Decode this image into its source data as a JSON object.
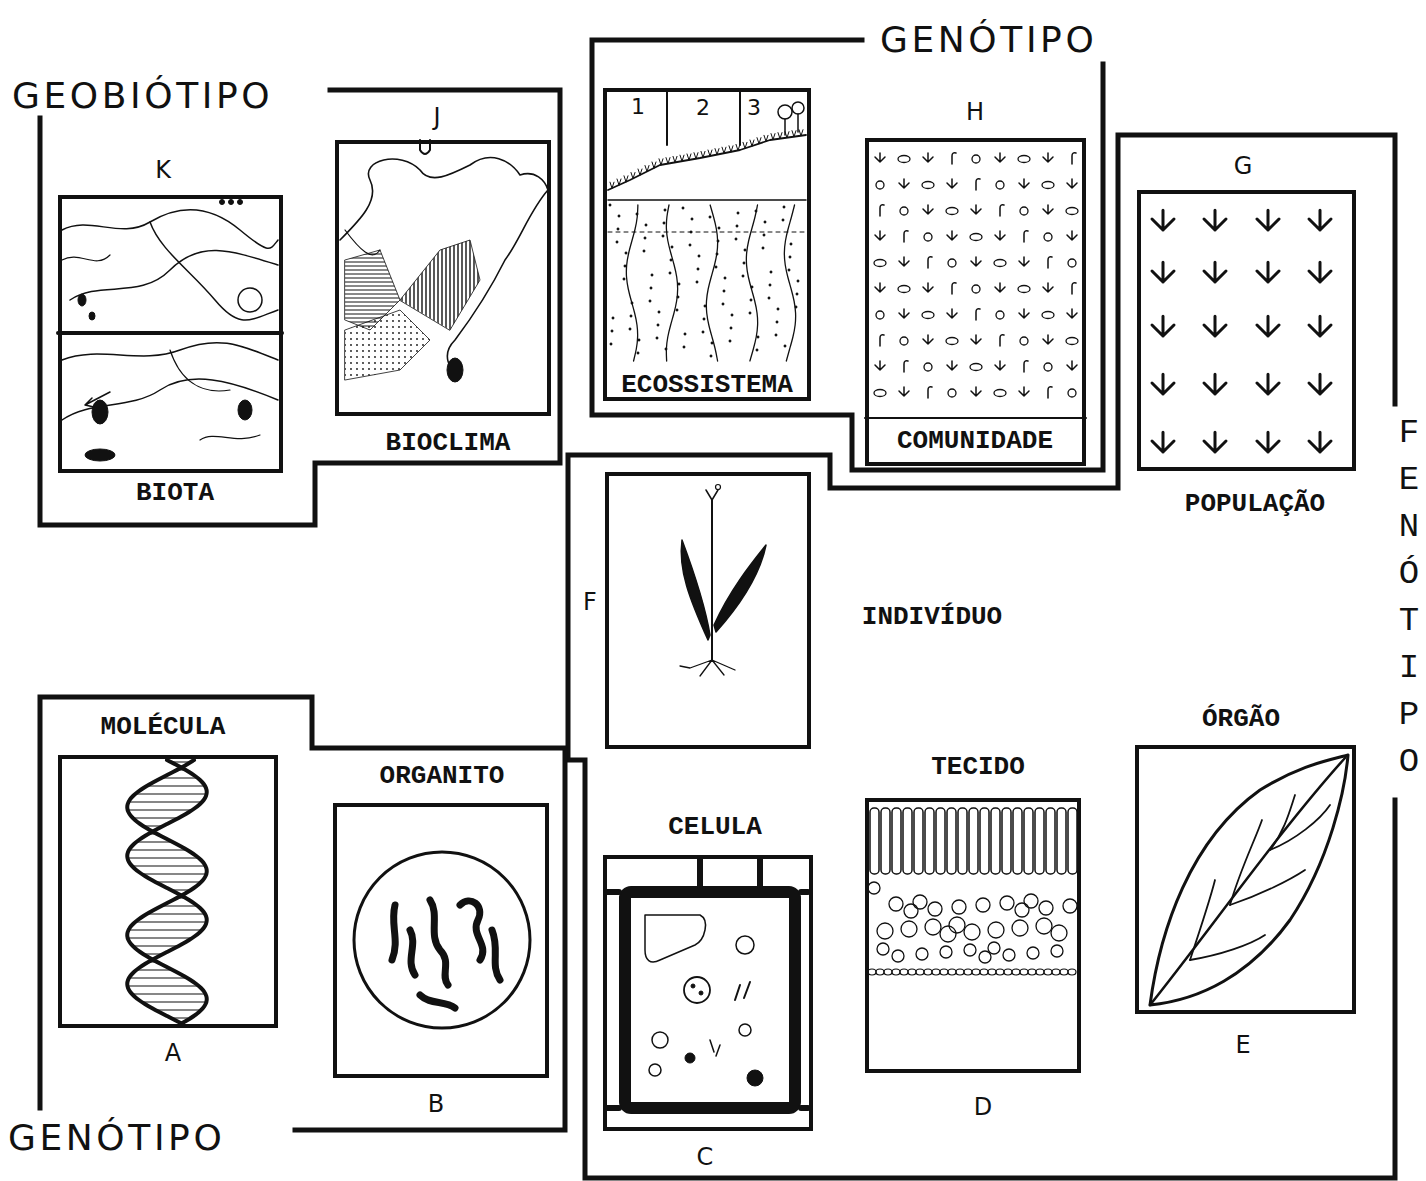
{
  "diagram": {
    "nodes": [
      {
        "text": [
          "GEOBIÓTIPO"
        ]
      },
      {
        "text": [
          "K",
          "BIOTA"
        ],
        "in": 0
      },
      {
        "text": [
          "J",
          "BIOCLIMA"
        ],
        "in": 0
      },
      {
        "text": [
          "GENÓTIPO"
        ]
      },
      {
        "text": [
          "1",
          "2",
          "3",
          "ECOSSISTEMA"
        ],
        "in": 3
      },
      {
        "text": [
          "H",
          "COMUNIDADE"
        ],
        "in": 3
      },
      {
        "text": [
          "FENÓTIPO"
        ]
      },
      {
        "text": [
          "G",
          "POPULAÇÃO"
        ],
        "in": 6
      },
      {
        "text": [
          "F",
          "INDIVÍDUO"
        ],
        "in": 6
      },
      {
        "text": [
          "GENÓTIPO"
        ]
      },
      {
        "text": [
          "MOLÉCULA",
          "A"
        ],
        "in": 9
      },
      {
        "text": [
          "ORGANITO",
          "B"
        ],
        "in": 9
      },
      {
        "text": [
          "CELULA",
          "C"
        ],
        "in": 6
      },
      {
        "text": [
          "TECIDO",
          "D"
        ],
        "in": 6
      },
      {
        "text": [
          "ÓRGÃO",
          "E"
        ],
        "in": 6
      }
    ]
  }
}
